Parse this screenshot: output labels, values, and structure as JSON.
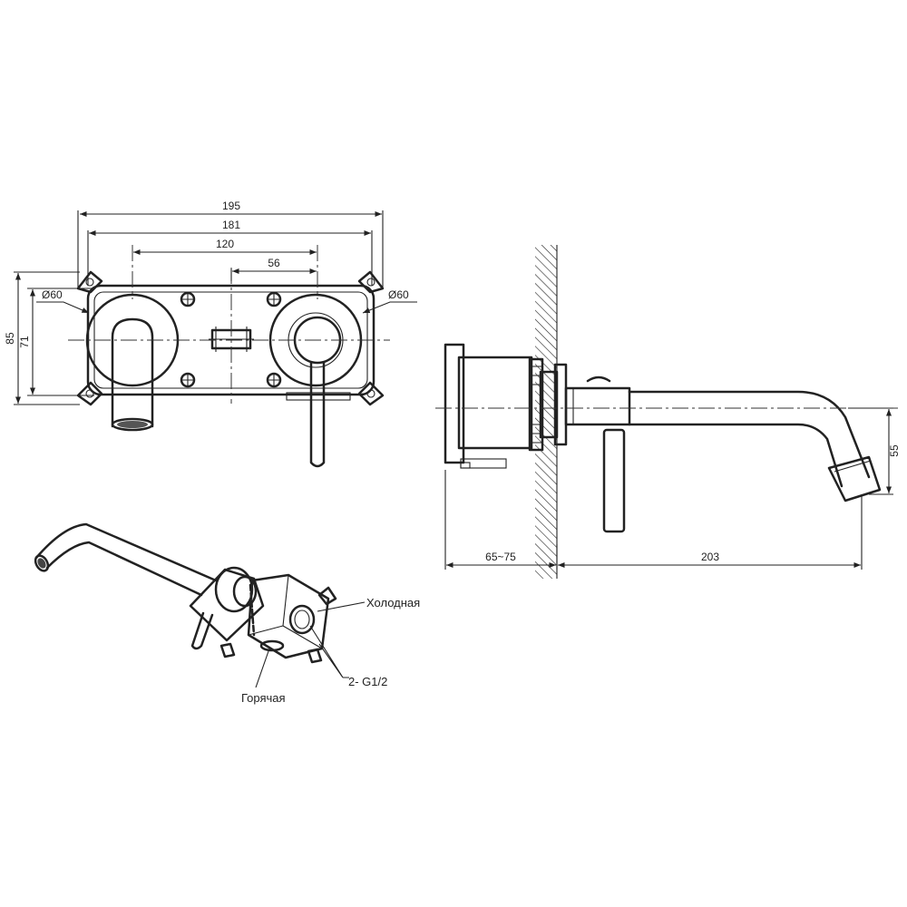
{
  "dimensions": {
    "d195": "195",
    "d181": "181",
    "d120": "120",
    "d56": "56",
    "d85": "85",
    "d71": "71",
    "dia_left": "Ø60",
    "dia_right": "Ø60",
    "depth": "65~75",
    "spout_length": "203",
    "spout_height": "55"
  },
  "labels": {
    "cold": "Холодная",
    "hot": "Горячая",
    "thread": "2- G1/2"
  },
  "colors": {
    "line": "#222222",
    "background": "#ffffff"
  }
}
